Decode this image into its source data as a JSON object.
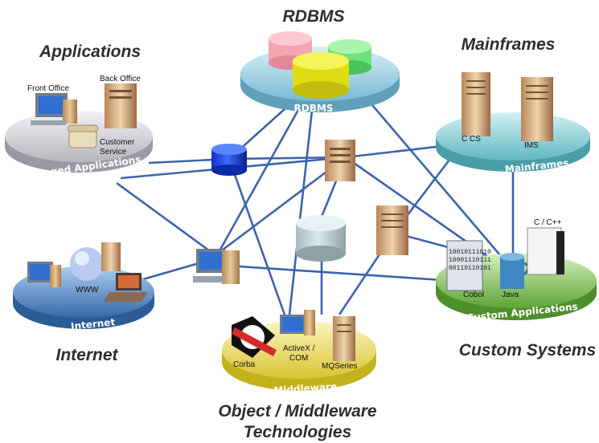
{
  "titles": {
    "rdbms": "RDBMS",
    "applications": "Applications",
    "mainframes": "Mainframes",
    "internet": "Internet",
    "custom_systems": "Custom Systems",
    "middleware_line1": "Object / Middleware",
    "middleware_line2": "Technologies"
  },
  "platforms": {
    "rdbms": "RDBMS",
    "packaged": "Packaged Applications",
    "mainframes": "Mainframes",
    "internet": "Internet",
    "custom": "Custom Applications",
    "middleware": "Middleware"
  },
  "labels": {
    "front_office": "Front Office",
    "back_office": "Back Office",
    "customer": "Customer",
    "service": "Service",
    "ccs": "C CS",
    "ims": "IMS",
    "www": "WWW",
    "cpp": "C / C++",
    "cobol": "Cobol",
    "java": "Java",
    "activex": "ActiveX /",
    "com": "COM",
    "corba": "Corba",
    "mqseries": "MQSeries"
  },
  "colors": {
    "line": "#3d63ad",
    "rdbms_platform": "#9ccfe0",
    "packaged_platform": "#d0d0d6",
    "mainframes_platform": "#8fd2d8",
    "internet_platform": "#4f89c2",
    "custom_platform": "#8ccb58",
    "middleware_platform": "#efe15a"
  }
}
